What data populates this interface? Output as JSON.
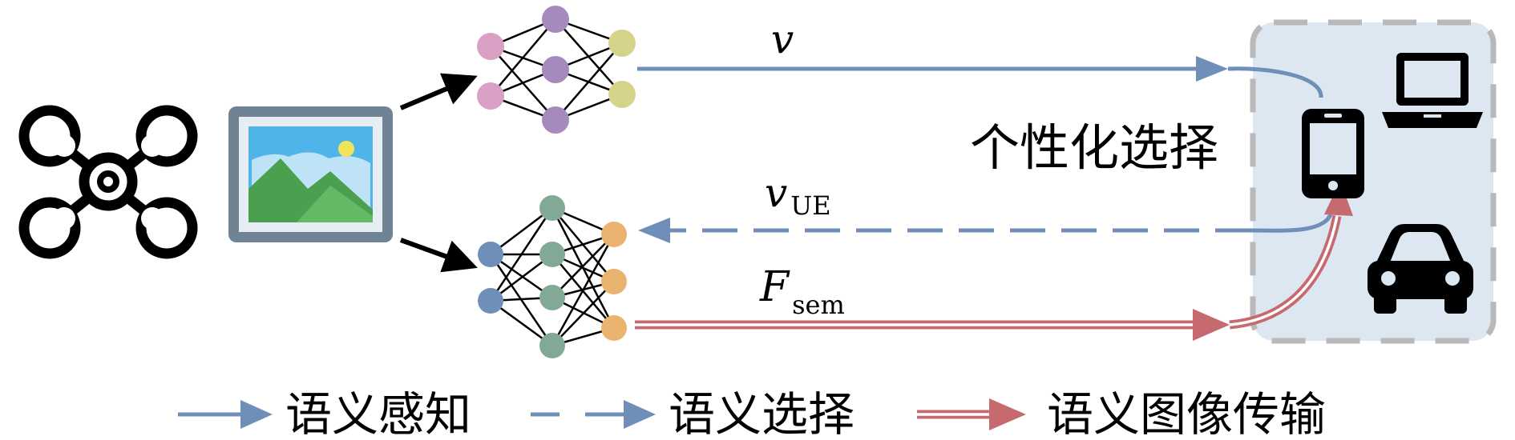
{
  "diagram": {
    "labels": {
      "v": "v",
      "v_ue_main": "v",
      "v_ue_sub": "UE",
      "f_sem_main": "F",
      "f_sem_sub": "sem",
      "personalized_selection": "个性化选择"
    },
    "legend": [
      {
        "label": "语义感知",
        "style": "solid-blue"
      },
      {
        "label": "语义选择",
        "style": "dashed-blue"
      },
      {
        "label": "语义图像传输",
        "style": "double-red"
      }
    ],
    "colors": {
      "blue": "#6f8fb8",
      "red": "#c66a6f",
      "panel_fill": "#dde7f1",
      "panel_border": "#b9b9b9",
      "node_pink": "#d9a0c4",
      "node_purple": "#a58bbd",
      "node_yellow": "#d6d48b",
      "node_blue": "#6f8fb8",
      "node_green": "#82a896",
      "node_orange": "#eab36f"
    },
    "icons": [
      "drone-icon",
      "image-icon",
      "phone-icon",
      "laptop-icon",
      "car-icon"
    ]
  }
}
